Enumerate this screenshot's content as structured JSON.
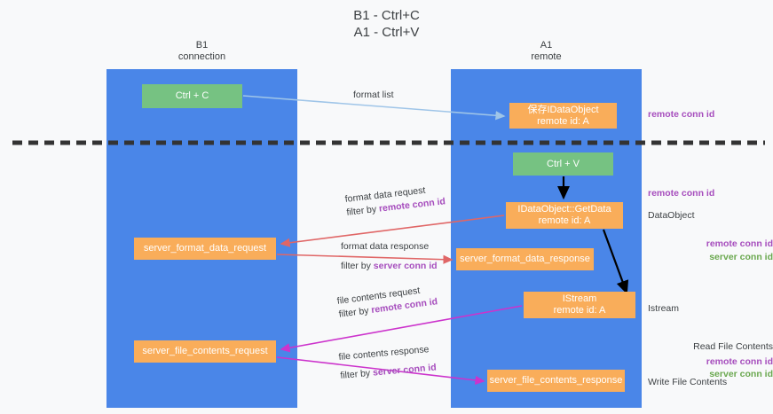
{
  "title": {
    "line1": "B1 - Ctrl+C",
    "line2": "A1 - Ctrl+V"
  },
  "lanes": [
    {
      "name": "B1",
      "subtitle": "connection",
      "color": "#4a86e8"
    },
    {
      "name": "A1",
      "subtitle": "remote",
      "color": "#4a86e8"
    }
  ],
  "boxes": {
    "ctrl_c": {
      "label": "Ctrl + C",
      "color": "#76c282"
    },
    "idataobject": {
      "line1": "保存IDataObject",
      "line2": "remote id: A",
      "color": "#f9ad5a"
    },
    "ctrl_v": {
      "label": "Ctrl + V",
      "color": "#76c282"
    },
    "getdata": {
      "line1": "IDataObject::GetData",
      "line2": "remote id: A",
      "color": "#f9ad5a"
    },
    "server_format_data_request": {
      "label": "server_format_data_request",
      "color": "#f9ad5a"
    },
    "server_format_data_response": {
      "label": "server_format_data_response",
      "color": "#f9ad5a"
    },
    "istream": {
      "line1": "IStream",
      "line2": "remote id: A",
      "color": "#f9ad5a"
    },
    "server_file_contents_request": {
      "label": "server_file_contents_request",
      "color": "#f9ad5a"
    },
    "server_file_contents_response": {
      "label": "server_file_contents_response",
      "color": "#f9ad5a"
    }
  },
  "edge_labels": {
    "format_list": "format list",
    "format_data_request": "format data request",
    "format_data_request_filter_prefix": "filter by ",
    "format_data_request_filter_key": "remote conn id",
    "format_data_response": "format data response",
    "format_data_response_filter_prefix": "filter by ",
    "format_data_response_filter_key": "server conn id",
    "file_contents_request": "file contents request",
    "file_contents_request_filter_prefix": "filter by ",
    "file_contents_request_filter_key": "remote conn id",
    "file_contents_response": "file contents response",
    "file_contents_response_filter_prefix": "filter by ",
    "file_contents_response_filter_key": "server conn id"
  },
  "annotations": {
    "right": [
      {
        "text": "remote conn id",
        "style": "purple"
      },
      {
        "text": "remote conn id",
        "style": "purple"
      },
      {
        "text": "DataObject",
        "style": "plain"
      },
      {
        "text": "Istream",
        "style": "plain"
      },
      {
        "text": "Write File Contents",
        "style": "plain"
      }
    ],
    "left": [
      {
        "text": "remote conn id",
        "style": "purple"
      },
      {
        "text": "server conn id",
        "style": "green"
      },
      {
        "text": "Read File Contents",
        "style": "plain"
      },
      {
        "text": "remote conn id",
        "style": "purple"
      },
      {
        "text": "server conn id",
        "style": "green"
      }
    ]
  },
  "colors": {
    "lane": "#4a86e8",
    "green_box": "#76c282",
    "orange_box": "#f9ad5a",
    "purple_text": "#a64dbd",
    "green_text": "#6aa84f",
    "arrow_light_blue": "#9fc5e8",
    "arrow_red": "#e06666",
    "arrow_magenta": "#cc33cc",
    "arrow_black": "#000000",
    "divider": "#333333",
    "background": "#f8f9fa"
  }
}
